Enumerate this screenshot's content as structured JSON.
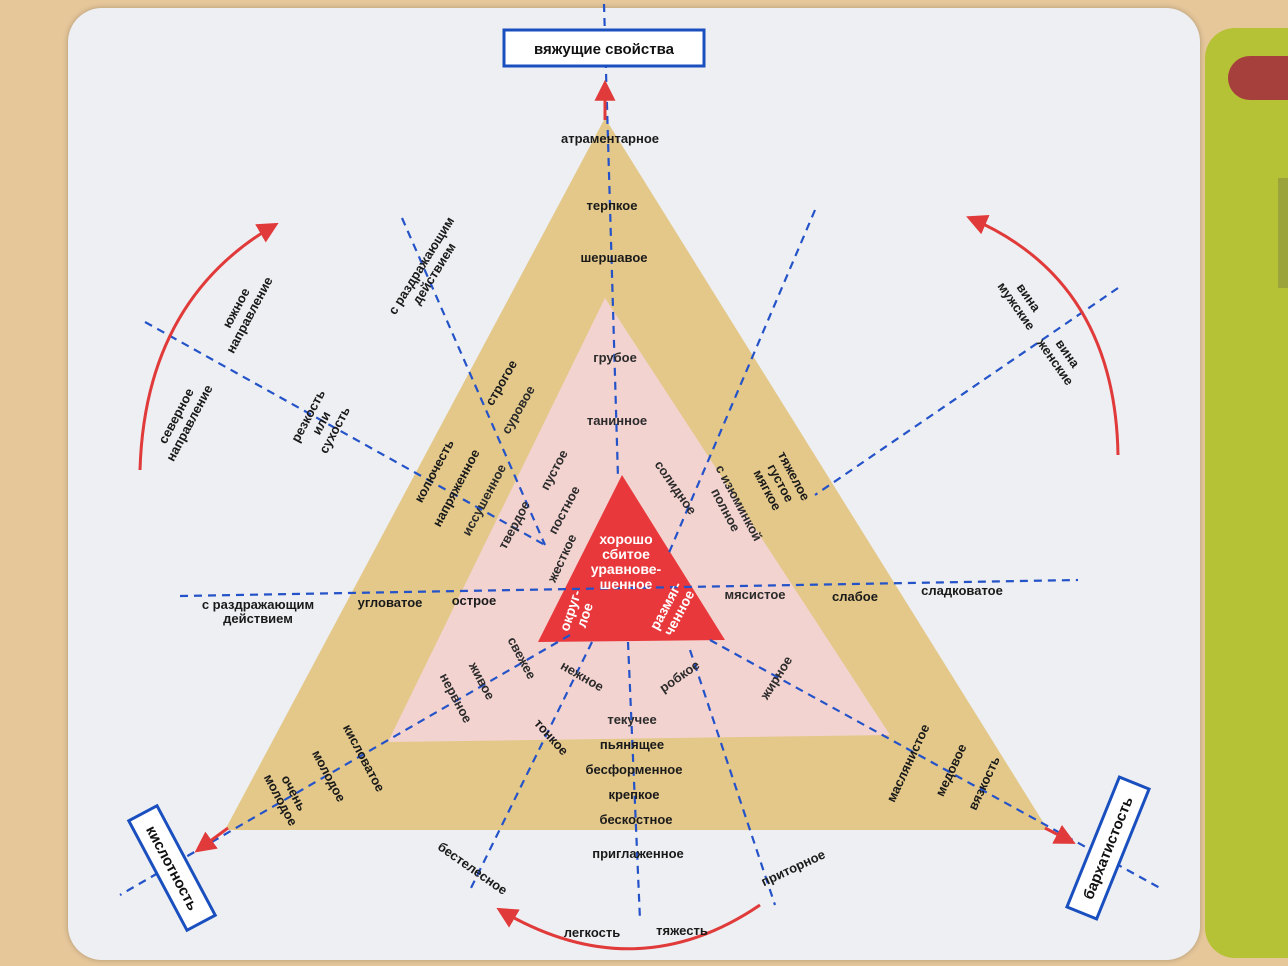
{
  "colors": {
    "outer_triangle": "#e3c88a",
    "middle_triangle": "#f3d3d0",
    "inner_triangle": "#e8383b",
    "axis_dash": "#2453c9",
    "arrow_red": "#e03a3a",
    "box_border": "#1a4fbf"
  },
  "axes": {
    "top": "вяжущие свойства",
    "left": "кислотность",
    "right": "бархатистость"
  },
  "center_lines": [
    "хорошо",
    "сбитое",
    "уравнове-",
    "шенное"
  ],
  "corner_left": [
    "округ-",
    "лое"
  ],
  "corner_right": [
    "размяг-",
    "ченное"
  ],
  "top_column": {
    "atramental": "атраментарное",
    "tart": "терпкое",
    "rough": "шершавое",
    "coarse": "грубое",
    "tannic": "танинное"
  },
  "bottom_column": {
    "fluid": "текучее",
    "heady": "пьянящее",
    "shapeless": "бесформенное",
    "strong": "крепкое",
    "boneless": "бескостное",
    "smoothed": "приглаженное"
  },
  "horizontal_left": {
    "irritating": [
      "с раздражающим",
      "действием"
    ],
    "angular": "угловатое",
    "sharp": "острое"
  },
  "horizontal_right": {
    "meaty": "мясистое",
    "weak": "слабое",
    "sweetish": "сладковатое"
  },
  "upper_left_diag": {
    "irritating": [
      "с раздражающим",
      "действием"
    ],
    "harshness": [
      "резкость",
      "или",
      "сухость"
    ],
    "strict": "строгое",
    "severe": "суровое",
    "prickly": "колючесть",
    "tense": "напряженное",
    "dried": "иссушенное",
    "empty": "пустое",
    "hard": "твердое",
    "lean": "постное",
    "stiff": "жесткое"
  },
  "upper_right_diag": {
    "solid": "солидное",
    "raisin": [
      "с изюминкой",
      "полное"
    ],
    "heavy": [
      "тяжелое",
      "густое",
      "мягкое"
    ],
    "male": [
      "вина",
      "мужские"
    ],
    "female": [
      "вина",
      "женские"
    ]
  },
  "left_direction": {
    "south": [
      "южное",
      "направление"
    ],
    "north": [
      "северное",
      "направление"
    ]
  },
  "lower_left_diag": {
    "fresh": "свежее",
    "lively": "живое",
    "nervous": "нервное",
    "tender": "нежное",
    "thin": "тонкое",
    "sourish": "кисловатое",
    "young": "молодое",
    "very_young": [
      "очень",
      "молодое"
    ],
    "bodiless": "бестелесное"
  },
  "lower_right_diag": {
    "timid": "робкое",
    "fatty": "жирное",
    "oily": "маслянистое",
    "honey": "медовое",
    "viscosity": "вязкость",
    "cloying": "приторное"
  },
  "bottom_pair": {
    "lightness": "легкость",
    "heaviness": "тяжесть"
  }
}
